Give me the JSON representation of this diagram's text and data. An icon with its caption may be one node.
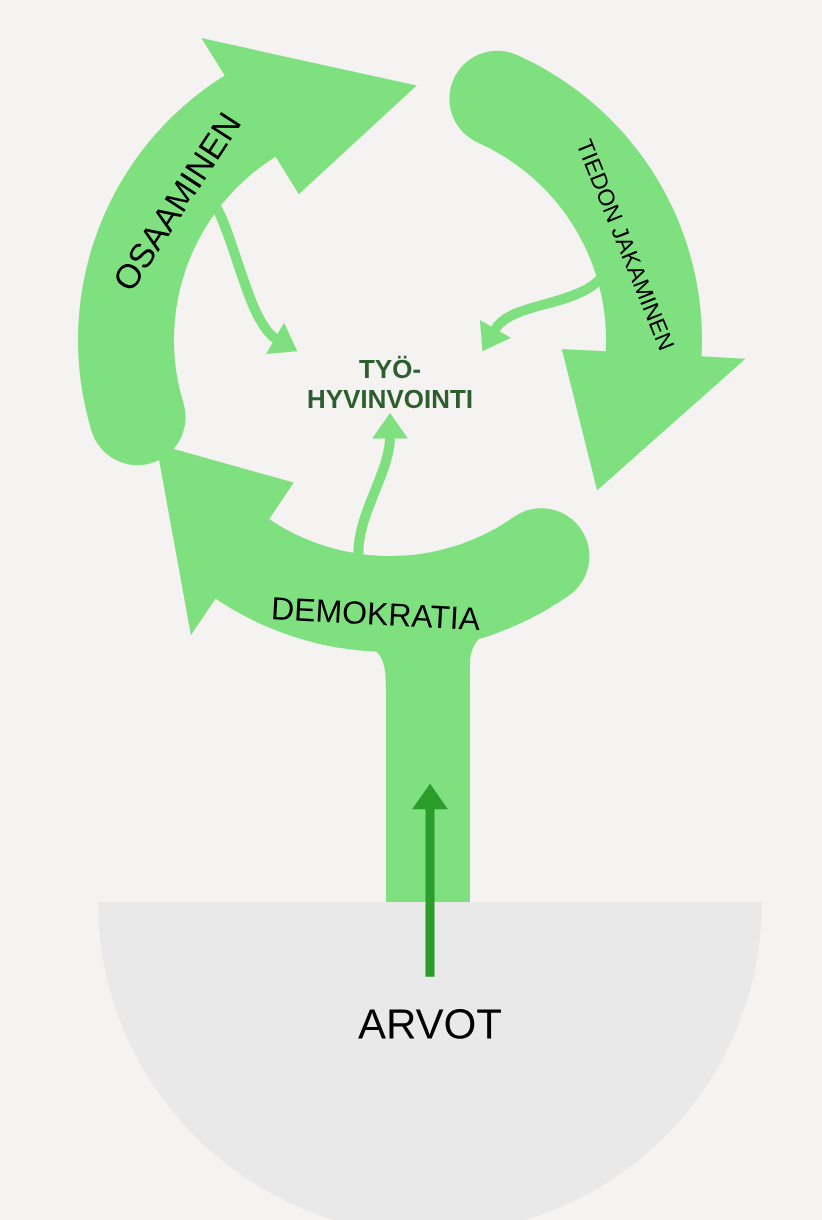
{
  "diagram": {
    "nodes": [
      {
        "text": [
          "OSAAMINEN"
        ]
      },
      {
        "text": [
          "TIEDON JAKAMINEN"
        ]
      },
      {
        "text": [
          "DEMOKRATIA"
        ]
      },
      {
        "text": [
          "TYÖ- HYVINVOINTI"
        ]
      },
      {
        "text": [
          "ARVOT"
        ]
      }
    ],
    "edges": [
      {
        "from": 0,
        "to": 3,
        "arrow": "to"
      },
      {
        "from": 1,
        "to": 3,
        "arrow": "to"
      },
      {
        "from": 2,
        "to": 3,
        "arrow": "to"
      },
      {
        "from": 4,
        "to": 2,
        "arrow": "to",
        "color": "#2a9d2a"
      }
    ]
  }
}
